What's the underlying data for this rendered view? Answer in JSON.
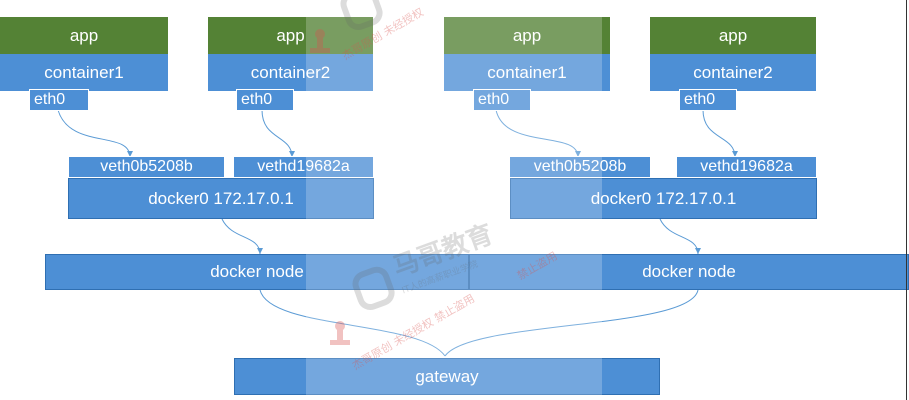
{
  "hosts": [
    {
      "containers": [
        {
          "app_label": "app",
          "container_label": "container1",
          "eth_label": "eth0"
        },
        {
          "app_label": "app",
          "container_label": "container2",
          "eth_label": "eth0"
        }
      ],
      "veths": [
        "veth0b5208b",
        "vethd19682a"
      ],
      "bridge_label": "docker0 172.17.0.1",
      "node_label": "docker node"
    },
    {
      "containers": [
        {
          "app_label": "app",
          "container_label": "container1",
          "eth_label": "eth0"
        },
        {
          "app_label": "app",
          "container_label": "container2",
          "eth_label": "eth0"
        }
      ],
      "veths": [
        "veth0b5208b",
        "vethd19682a"
      ],
      "bridge_label": "docker0 172.17.0.1",
      "node_label": "docker node"
    }
  ],
  "gateway_label": "gateway",
  "watermark": {
    "brand": "马哥教育",
    "tagline": "IT人的高薪职业学院",
    "notice": "禁止盗用"
  },
  "colors": {
    "app": "#548235",
    "box": "#4d8fd5",
    "link": "#4d8fd5"
  }
}
